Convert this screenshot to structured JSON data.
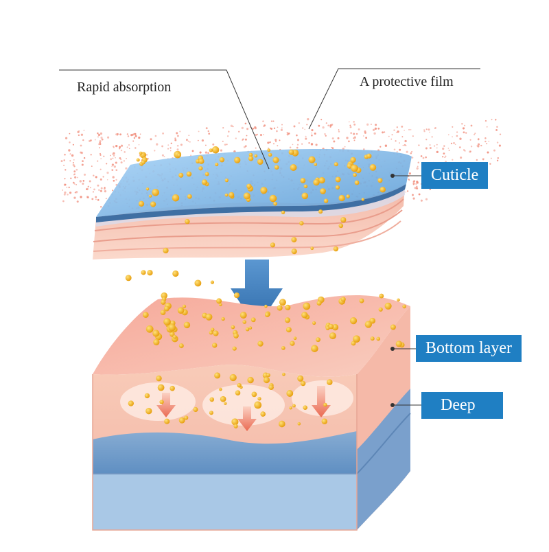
{
  "labels": {
    "rapid_absorption": "Rapid absorption",
    "protective_film": "A protective film",
    "cuticle": "Cuticle",
    "bottom_layer": "Bottom layer",
    "deep": "Deep"
  },
  "colors": {
    "badge_blue": "#1f7fc3",
    "particle_gold": "#f2b21b",
    "skin_pink": "#f7c2b4",
    "skin_light": "#fbe3da",
    "deep_blue": "#6e9bc9",
    "film_blue": "#7fb4e6",
    "dot_salmon": "#f08a78",
    "arrow_blue": "#3a79b8"
  }
}
